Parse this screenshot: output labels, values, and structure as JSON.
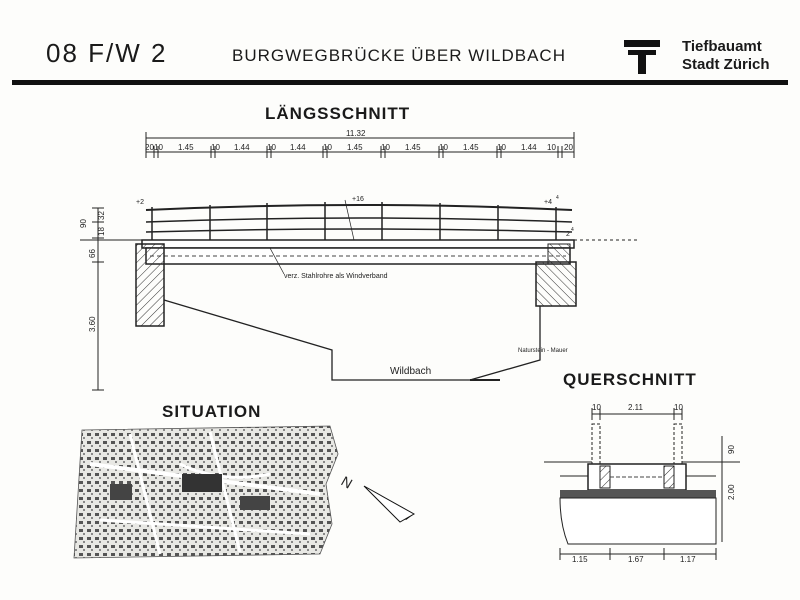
{
  "header": {
    "code": "08 F/W 2",
    "title": "BURGWEGBRÜCKE ÜBER WILDBACH",
    "org_line1": "Tiefbauamt",
    "org_line2": "Stadt Zürich",
    "logo_icon": "tiefbauamt-t-logo"
  },
  "sections": {
    "longitudinal": "LÄNGSSCHNITT",
    "cross": "QUERSCHNITT",
    "situation": "SITUATION"
  },
  "longitudinal": {
    "total_dim": "11.32",
    "segments": [
      "20",
      "10",
      "1.45",
      "10",
      "1.44",
      "10",
      "1.44",
      "10",
      "1.45",
      "10",
      "1.45",
      "10",
      "1.45",
      "10",
      "1.44",
      "10",
      "20"
    ],
    "vert_dims": [
      "90",
      "32",
      "18",
      "66",
      "3.60"
    ],
    "notes": {
      "windbrace": "verz. Stahlrohre als Windverband",
      "stream": "Wildbach",
      "wall": "Naturstein - Mauer",
      "mark_left": "+2",
      "mark_mid": "+16",
      "mark_right": "+4",
      "mark_right_sup": "4",
      "mark_right_low": "2",
      "mark_right_low_sup": "4"
    }
  },
  "cross": {
    "top_dims": [
      "10",
      "2.11",
      "10"
    ],
    "bottom_dims": [
      "1.15",
      "1.67",
      "1.17"
    ],
    "vert_dims": [
      "90",
      "2.00"
    ]
  },
  "situation": {
    "north_label": "N"
  }
}
